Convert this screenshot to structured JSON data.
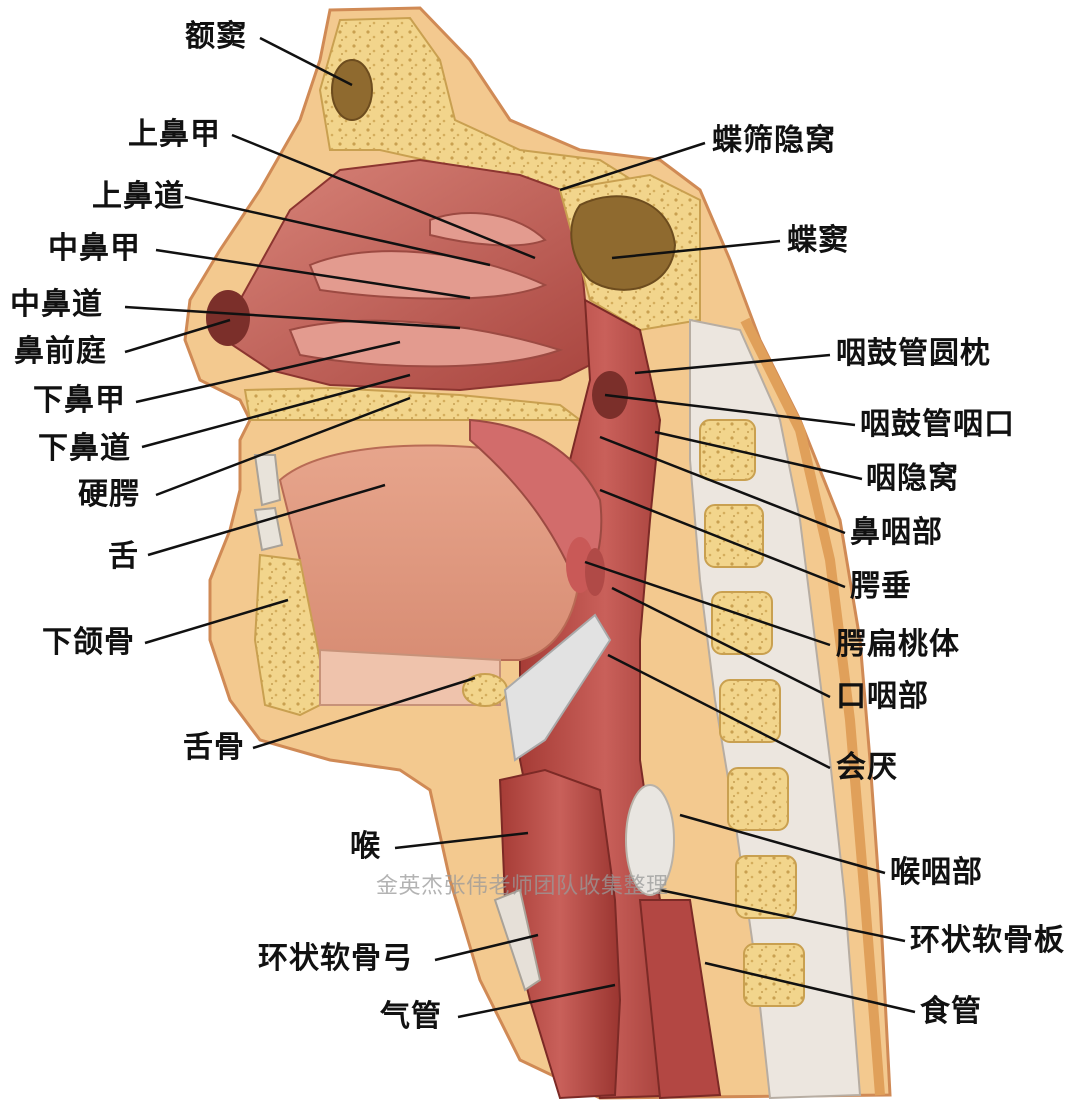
{
  "labels_left": {
    "frontal_sinus": "额窦",
    "superior_turbinate": "上鼻甲",
    "superior_meatus": "上鼻道",
    "middle_turbinate": "中鼻甲",
    "middle_meatus": "中鼻道",
    "nasal_vestibule": "鼻前庭",
    "inferior_turbinate": "下鼻甲",
    "inferior_meatus": "下鼻道",
    "hard_palate": "硬腭",
    "tongue": "舌",
    "mandible": "下颌骨",
    "hyoid": "舌骨",
    "larynx": "喉",
    "cricoid_arch": "环状软骨弓",
    "trachea": "气管"
  },
  "labels_right": {
    "sphenoethmoidal_recess": "蝶筛隐窝",
    "sphenoid_sinus": "蝶窦",
    "torus_tubarius": "咽鼓管圆枕",
    "pharyngeal_opening": "咽鼓管咽口",
    "pharyngeal_recess": "咽隐窝",
    "nasopharynx": "鼻咽部",
    "uvula": "腭垂",
    "palatine_tonsil": "腭扁桃体",
    "oropharynx": "口咽部",
    "epiglottis": "会厌",
    "laryngopharynx": "喉咽部",
    "cricoid_lamina": "环状软骨板",
    "esophagus": "食管"
  },
  "watermark": "金英杰张伟老师团队收集整理"
}
